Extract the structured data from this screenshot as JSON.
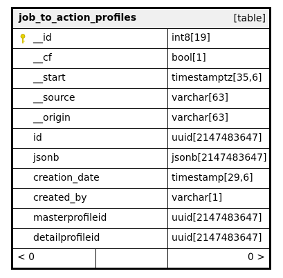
{
  "table": {
    "name": "job_to_action_profiles",
    "kind": "[table]"
  },
  "columns": [
    {
      "name": "__id",
      "type": "int8[19]",
      "icon": "primary-key-icon"
    },
    {
      "name": "__cf",
      "type": "bool[1]"
    },
    {
      "name": "__start",
      "type": "timestamptz[35,6]"
    },
    {
      "name": "__source",
      "type": "varchar[63]"
    },
    {
      "name": "__origin",
      "type": "varchar[63]"
    },
    {
      "name": "id",
      "type": "uuid[2147483647]"
    },
    {
      "name": "jsonb",
      "type": "jsonb[2147483647]"
    },
    {
      "name": "creation_date",
      "type": "timestamp[29,6]"
    },
    {
      "name": "created_by",
      "type": "varchar[1]"
    },
    {
      "name": "masterprofileid",
      "type": "uuid[2147483647]"
    },
    {
      "name": "detailprofileid",
      "type": "uuid[2147483647]"
    }
  ],
  "footer": {
    "prev": "< 0",
    "next": "0 >"
  },
  "colors": {
    "key": "#e8d400",
    "header_bg": "#f0f0f0"
  }
}
